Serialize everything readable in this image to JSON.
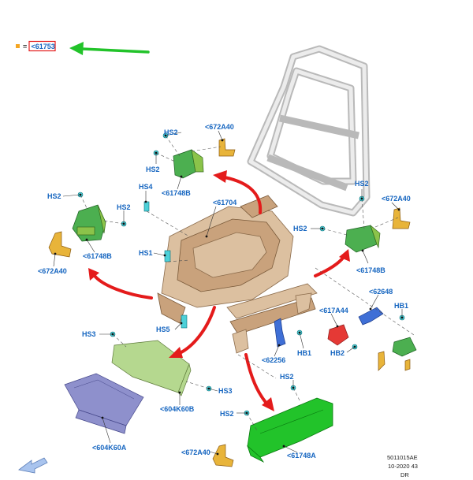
{
  "legend": {
    "equals": "=",
    "part": "<61753",
    "marker_color": "#f5a623",
    "arrow_color": "#22c32a"
  },
  "labels": [
    {
      "id": "hs2-a",
      "text": "HS2"
    },
    {
      "id": "672a40-a",
      "text": "<672A40"
    },
    {
      "id": "hs2-b",
      "text": "HS2"
    },
    {
      "id": "61748b-a",
      "text": "<61748B"
    },
    {
      "id": "hs4",
      "text": "HS4"
    },
    {
      "id": "61704",
      "text": "<61704"
    },
    {
      "id": "hs2-c",
      "text": "HS2"
    },
    {
      "id": "hs2-d",
      "text": "HS2"
    },
    {
      "id": "61748b-b",
      "text": "<61748B"
    },
    {
      "id": "672a40-b",
      "text": "<672A40"
    },
    {
      "id": "hs1",
      "text": "HS1"
    },
    {
      "id": "hs2-e",
      "text": "HS2"
    },
    {
      "id": "672a40-c",
      "text": "<672A40"
    },
    {
      "id": "hs2-f",
      "text": "HS2"
    },
    {
      "id": "61748b-c",
      "text": "<61748B"
    },
    {
      "id": "62648",
      "text": "<62648"
    },
    {
      "id": "617a44",
      "text": "<617A44"
    },
    {
      "id": "hb1-a",
      "text": "HB1"
    },
    {
      "id": "hs5",
      "text": "HS5"
    },
    {
      "id": "hs3-a",
      "text": "HS3"
    },
    {
      "id": "hb1-b",
      "text": "HB1"
    },
    {
      "id": "hb2",
      "text": "HB2"
    },
    {
      "id": "62256",
      "text": "<62256"
    },
    {
      "id": "hs3-b",
      "text": "HS3"
    },
    {
      "id": "hs2-g",
      "text": "HS2"
    },
    {
      "id": "604k60b",
      "text": "<604K60B"
    },
    {
      "id": "hs2-h",
      "text": "HS2"
    },
    {
      "id": "604k60a",
      "text": "<604K60A"
    },
    {
      "id": "672a40-d",
      "text": "<672A40"
    },
    {
      "id": "61748a",
      "text": "<61748A"
    }
  ],
  "reference": {
    "line1": "5011015AE",
    "line2": "10-2020 43",
    "line3": "DR"
  },
  "colors": {
    "label_blue": "#1565c0",
    "arrow_red": "#e41b1b",
    "frame_gray": "#b9b9b9"
  }
}
